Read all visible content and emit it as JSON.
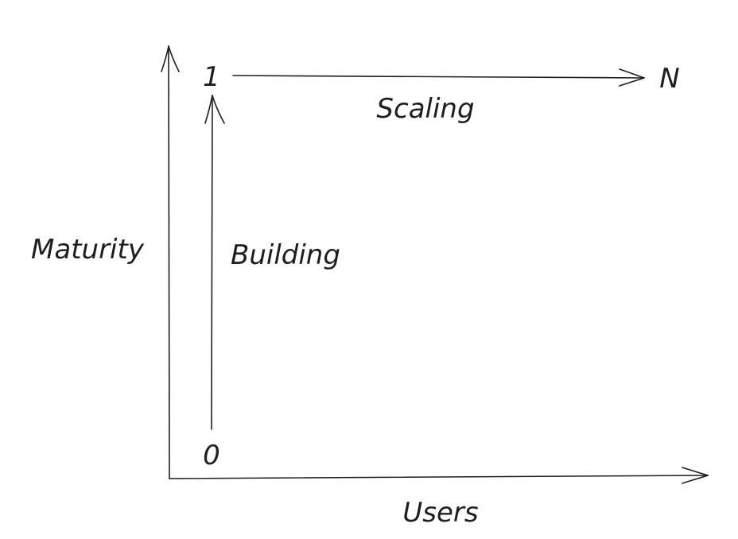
{
  "diagram": {
    "axes": {
      "x_label": "Users",
      "y_label": "Maturity"
    },
    "points": {
      "zero": "0",
      "one": "1",
      "n": "N"
    },
    "phases": {
      "building": "Building",
      "scaling": "Scaling"
    },
    "stroke_color": "#1e1e1e",
    "background_color": "#ffffff"
  }
}
